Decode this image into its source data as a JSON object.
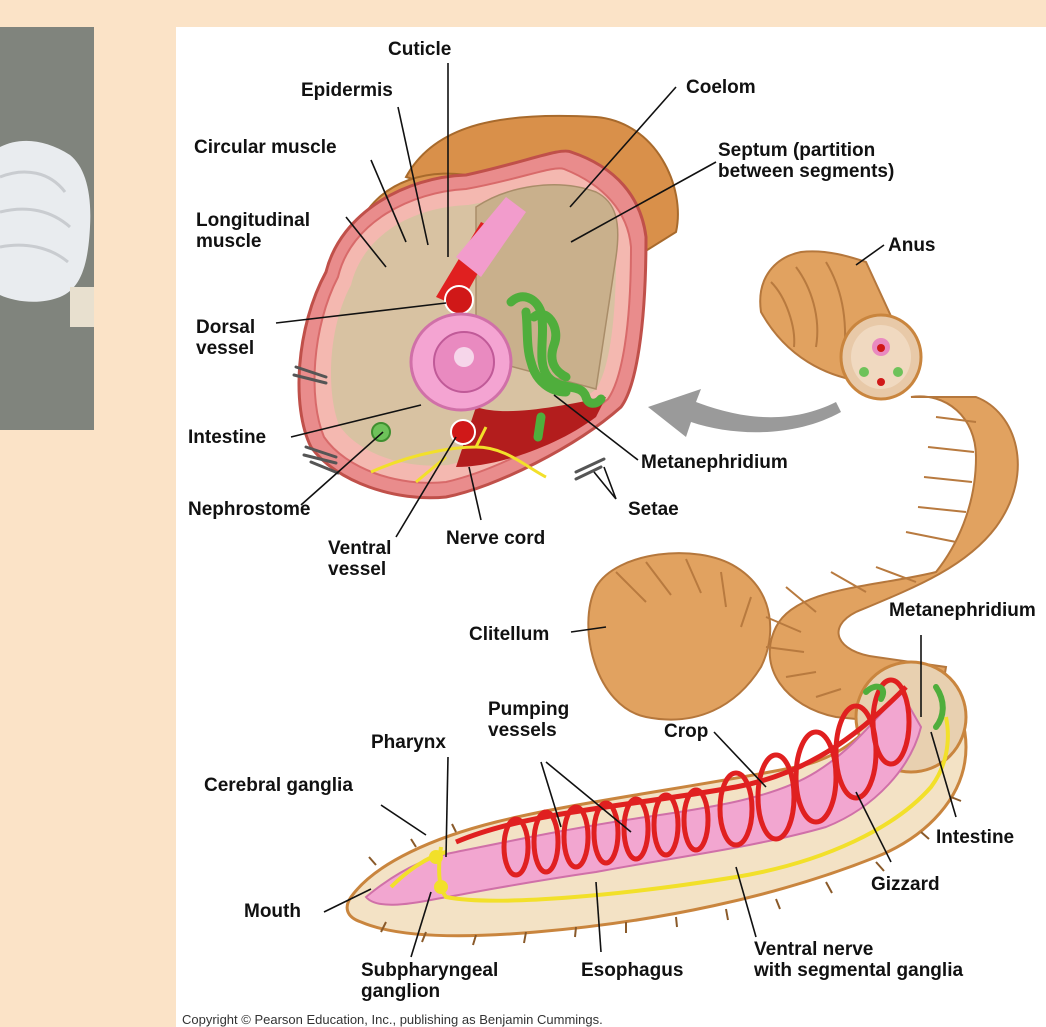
{
  "diagram": {
    "labels": {
      "cuticle": "Cuticle",
      "epidermis": "Epidermis",
      "coelom": "Coelom",
      "circular_muscle": "Circular muscle",
      "septum": "Septum (partition\nbetween segments)",
      "longitudinal_muscle": "Longitudinal\nmuscle",
      "anus": "Anus",
      "dorsal_vessel": "Dorsal\nvessel",
      "intestine_top": "Intestine",
      "metanephridium_top": "Metanephridium",
      "nephrostome": "Nephrostome",
      "setae": "Setae",
      "ventral_vessel": "Ventral\nvessel",
      "nerve_cord": "Nerve cord",
      "clitellum": "Clitellum",
      "metanephridium_right": "Metanephridium",
      "pumping_vessels": "Pumping\nvessels",
      "pharynx": "Pharynx",
      "crop": "Crop",
      "cerebral_ganglia": "Cerebral ganglia",
      "intestine_bottom": "Intestine",
      "gizzard": "Gizzard",
      "mouth": "Mouth",
      "ventral_nerve": "Ventral nerve\nwith segmental ganglia",
      "subpharyngeal_ganglion": "Subpharyngeal\nganglion",
      "esophagus": "Esophagus"
    },
    "copyright": "Copyright © Pearson Education, Inc., publishing as Benjamin Cummings."
  },
  "colors": {
    "page_background": "#fbe3c7",
    "panel_background": "#ffffff",
    "worm_body": "#e0a25a",
    "blood_vessel": "#e02020",
    "digestive_tract": "#f2a6d0",
    "nephridium": "#4fae3c",
    "nerve": "#f2e02a"
  }
}
